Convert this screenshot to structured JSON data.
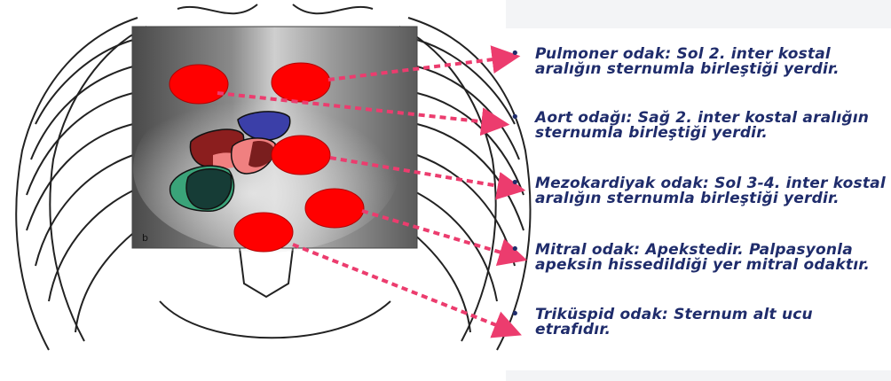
{
  "diagram": {
    "inset_label": "b",
    "bullet_glyph": "•",
    "colors": {
      "marker": "#ff0000",
      "arrow": "#ec3c6e",
      "text": "#1f2c6b",
      "valve_aortic": "#3b3fa8",
      "valve_pulmonary": "#8b1e1e",
      "valve_tricuspid": "#3aa379",
      "valve_mitral": "#f08080"
    },
    "items": [
      {
        "text": "Pulmoner odak: Sol 2. inter kostal aralığın sternumla birleştiği yerdir."
      },
      {
        "text": "Aort odağı: Sağ   2. inter kostal aralığın sternumla birleştiği yerdir."
      },
      {
        "text": "Mezokardiyak odak: Sol 3-4. inter kostal aralığın sternumla  birleştiği yerdir."
      },
      {
        "text": "Mitral odak: Apekstedir. Palpasyonla apeksin hissedildiği yer mitral odaktır."
      },
      {
        "text": "Triküspid odak: Sternum alt ucu etrafıdır."
      }
    ]
  }
}
